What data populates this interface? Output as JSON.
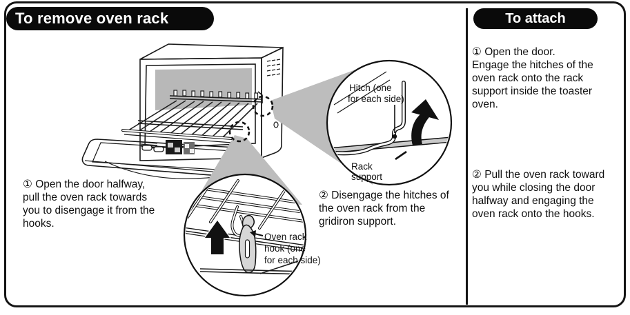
{
  "titles": {
    "remove": "To remove oven rack",
    "attach": "To attach"
  },
  "remove_section": {
    "step1": "① Open the door halfway, pull the oven rack towards you to disengage it from the hooks.",
    "step2": "② Disengage the hitches of the oven rack from the gridiron support.",
    "callout_labels": {
      "hitch_line1": "Hitch (one",
      "hitch_line2": "for each side)",
      "rack_support_line1": "Rack",
      "rack_support_line2": "support",
      "hook_line1": "Oven rack",
      "hook_line2": "hook (one",
      "hook_line3": "for each side)"
    }
  },
  "attach_section": {
    "step1_intro": "① Open the door.",
    "step1_body": "Engage the hitches of the oven rack onto the rack support inside the toaster oven.",
    "step2": "② Pull the oven rack toward you while closing the door halfway and engaging the oven rack onto the hooks."
  },
  "colors": {
    "ink": "#151515",
    "badge_bg": "#0a0a0a",
    "badge_text": "#ffffff",
    "beam_gray": "#bdbdbd",
    "interior_gray": "#cfcfcf",
    "interior_dark_gray": "#b8b8b8",
    "support_bar_gray": "#c9c9c9",
    "hook_gray": "#d6d6d6",
    "arrow_black": "#111111"
  }
}
